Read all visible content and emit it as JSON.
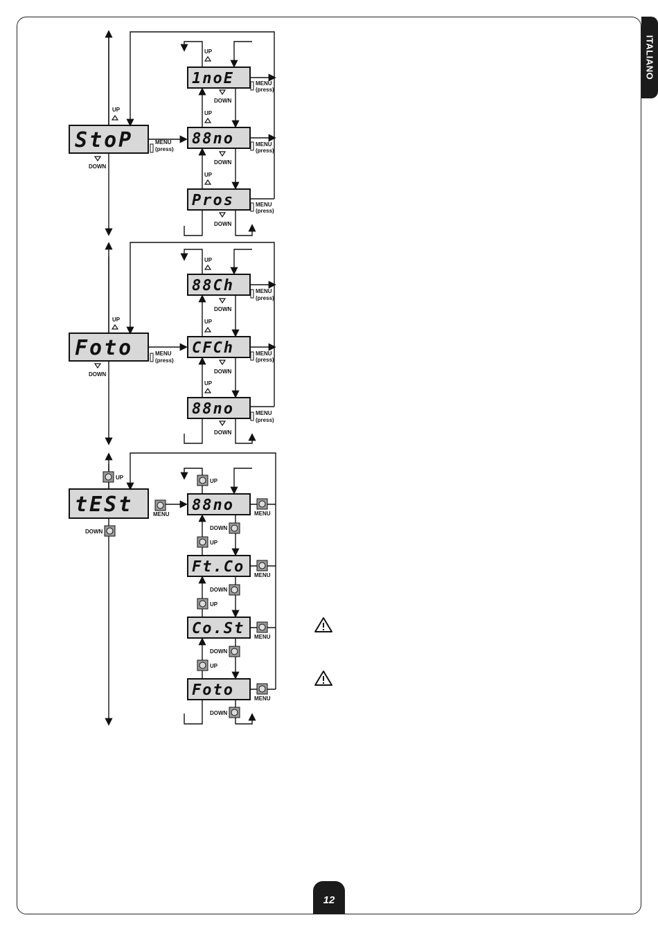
{
  "language_tab": "ITALIANO",
  "page_number": "12",
  "buttons": {
    "up": "UP",
    "down": "DOWN",
    "menu": "MENU",
    "press": "(press)"
  },
  "sections": [
    {
      "main_display": "StoP",
      "sub_displays": [
        "1noE",
        "88no",
        "Pros"
      ]
    },
    {
      "main_display": "Foto",
      "sub_displays": [
        "88Ch",
        "CFCh",
        "88no"
      ]
    },
    {
      "main_display": "tESt",
      "sub_displays": [
        "88no",
        "Ft.Co",
        "Co.St",
        "Foto"
      ]
    }
  ],
  "warning_icons": [
    "warning-icon",
    "warning-icon"
  ]
}
